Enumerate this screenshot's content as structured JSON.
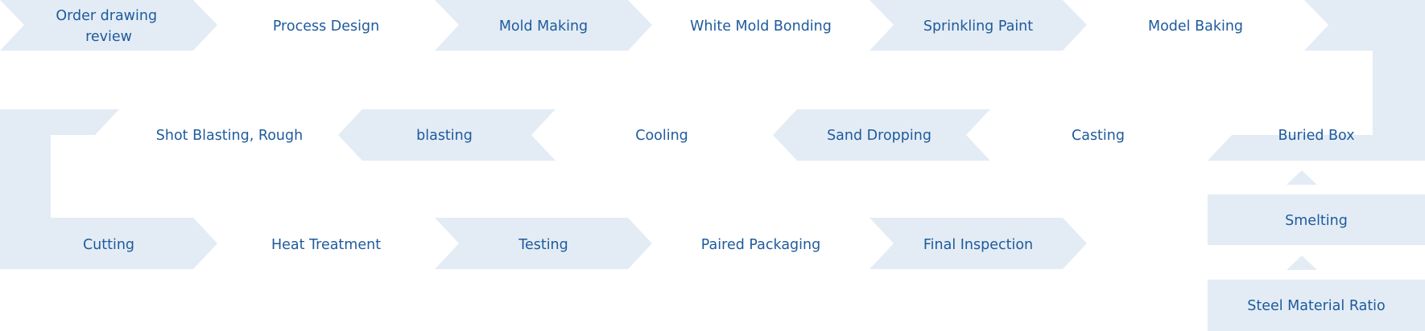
{
  "colors": {
    "shape_fill": "#e3ecf5",
    "text": "#1e5a9c",
    "background": "#ffffff"
  },
  "flow": {
    "row1": [
      {
        "label": "Order drawing review"
      },
      {
        "label": "Process Design"
      },
      {
        "label": "Mold Making"
      },
      {
        "label": "White Mold Bonding"
      },
      {
        "label": "Sprinkling Paint"
      },
      {
        "label": "Model Baking"
      }
    ],
    "row2": [
      {
        "label": "Shot Blasting, Rough"
      },
      {
        "label": "blasting"
      },
      {
        "label": "Cooling"
      },
      {
        "label": "Sand Dropping"
      },
      {
        "label": "Casting"
      },
      {
        "label": "Buried Box"
      }
    ],
    "row3": [
      {
        "label": "Cutting"
      },
      {
        "label": "Heat Treatment"
      },
      {
        "label": "Testing"
      },
      {
        "label": "Paired Packaging"
      },
      {
        "label": "Final Inspection"
      }
    ],
    "feed": [
      {
        "label": "Smelting"
      },
      {
        "label": "Steel Material Ratio"
      }
    ]
  }
}
